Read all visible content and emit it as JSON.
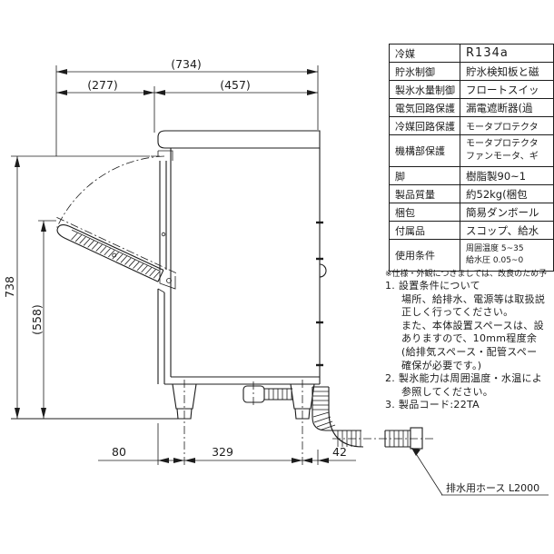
{
  "colors": {
    "background": "#ffffff",
    "line": "#1c1c1c"
  },
  "drawing": {
    "dims": {
      "overall_depth": "(734)",
      "door_open_depth": "(277)",
      "body_depth": "(457)",
      "overall_height": "738",
      "door_open_height": "(558)",
      "front_to_leg": "80",
      "leg_pitch": "329",
      "leg_to_hose": "42"
    },
    "hose_label": "排水用ホース L2000"
  },
  "spec_table": {
    "rows": [
      {
        "label": "冷媒",
        "value": "R134a"
      },
      {
        "label": "貯氷制御",
        "value": "貯氷検知板と磁"
      },
      {
        "label": "製氷水量制御",
        "value": "フロートスイッ"
      },
      {
        "label": "電気回路保護",
        "value": "漏電遮断器(過"
      },
      {
        "label": "冷媒回路保護",
        "value": "モータプロテクタ"
      },
      {
        "label": "機構部保護",
        "value1": "モータプロテクタ",
        "value2": "ファンモータ、ギ"
      },
      {
        "label": "脚",
        "value": "樹脂製90~1"
      },
      {
        "label": "製品質量",
        "value": "約52kg(梱包"
      },
      {
        "label": "梱包",
        "value": "簡易ダンボール"
      },
      {
        "label": "付属品",
        "value": "スコップ、給水"
      },
      {
        "label": "使用条件",
        "value1": "周囲温度 5~35",
        "value2": "給水圧 0.05~0"
      }
    ]
  },
  "notes": {
    "disclaimer": "※仕様・外観につきましては、改良のため予",
    "lines": [
      "1. 設置条件について",
      "場所、給排水、電源等は取扱説",
      "正しく行ってください。",
      "また、本体設置スペースは、設",
      "ありますので、10mm程度余",
      "(給排気スペース・配管スペー",
      "確保が必要です。)",
      "2. 製氷能力は周囲温度・水温によ",
      "参照してください。",
      "3. 製品コード:22TA"
    ]
  }
}
